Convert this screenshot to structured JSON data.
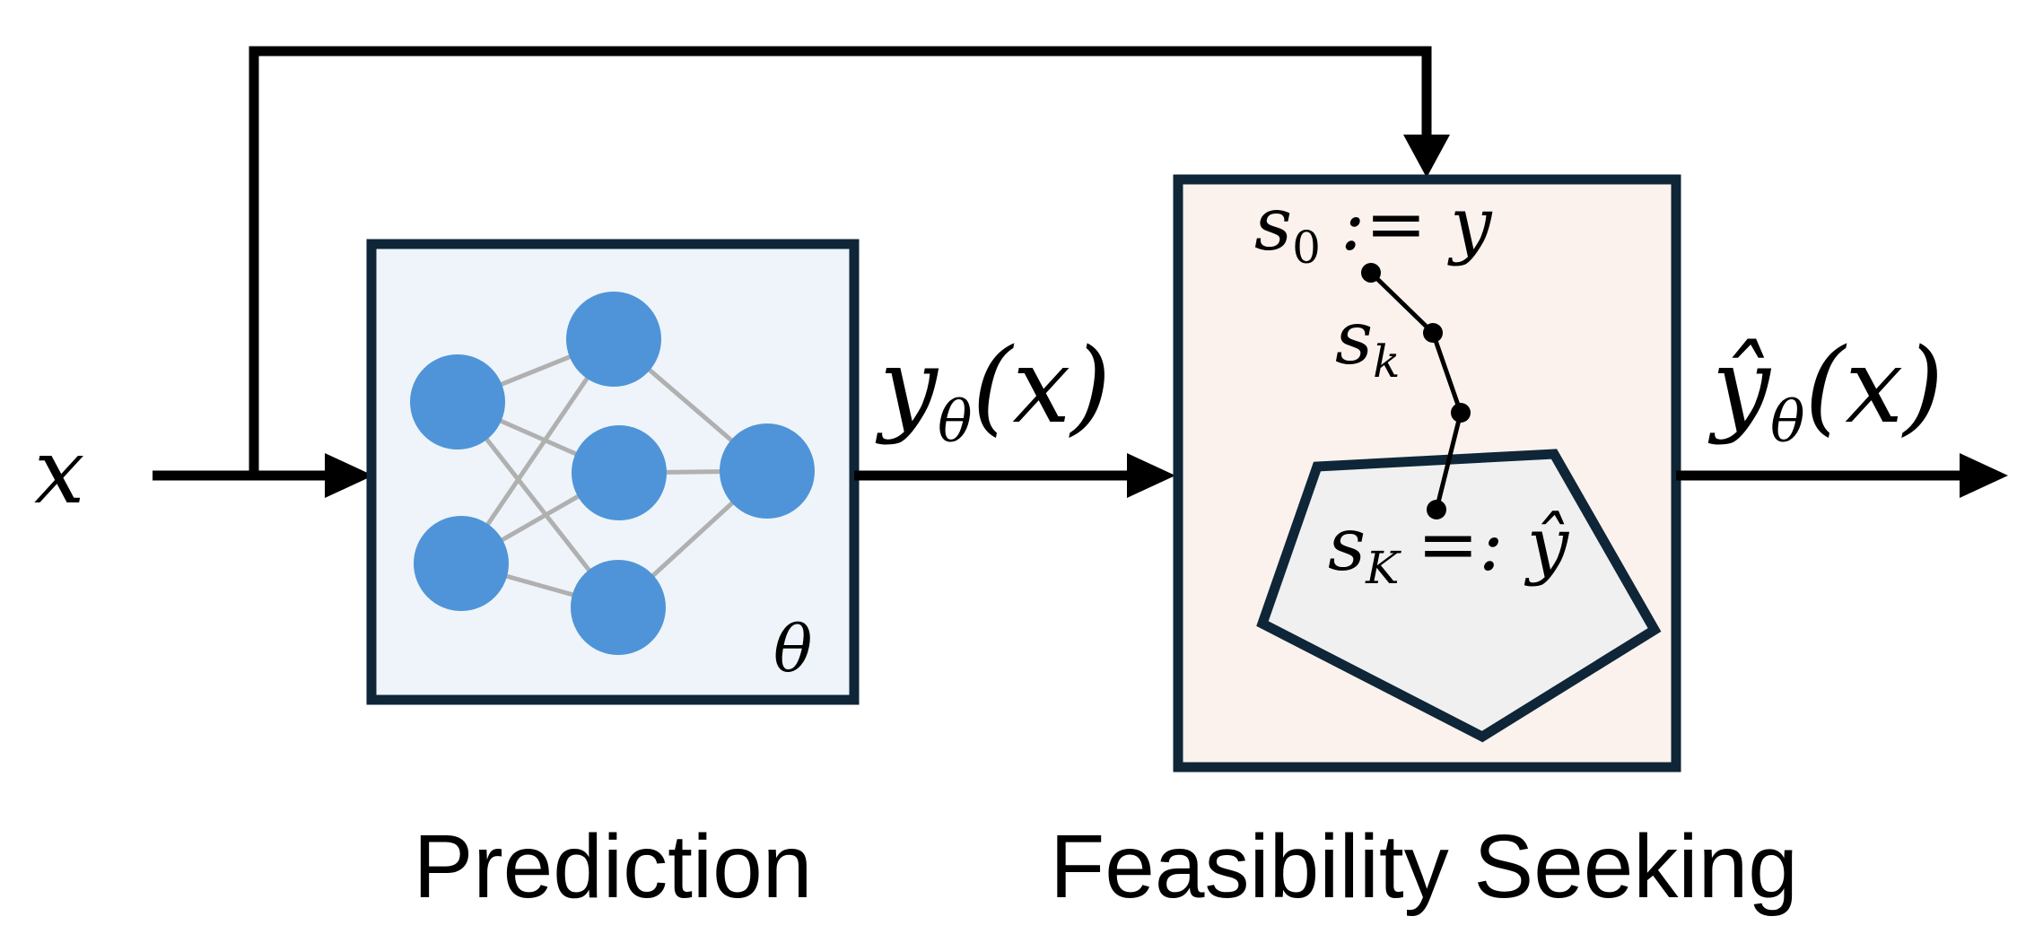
{
  "input_label": "x",
  "prediction": {
    "caption": "Prediction",
    "param_label": "θ",
    "output_var": "y",
    "output_sub": "θ",
    "output_arg": "(x)"
  },
  "feasibility": {
    "caption": "Feasibility Seeking",
    "start_var": "s",
    "start_sub": "0",
    "start_rest": ":= y",
    "step_var": "s",
    "step_sub": "k",
    "end_var": "s",
    "end_sub": "K",
    "end_rest": "=: ŷ",
    "output_var": "ŷ",
    "output_sub": "θ",
    "output_arg": "(x)"
  },
  "colors": {
    "line": "#000000",
    "box_border": "#0e2637",
    "prediction_fill": "#eef4f9",
    "feasibility_fill": "#fbf2ed",
    "neuron": "#4f94d8",
    "edge": "#b0b0b0",
    "polygon_fill": "#f0f0f0"
  }
}
